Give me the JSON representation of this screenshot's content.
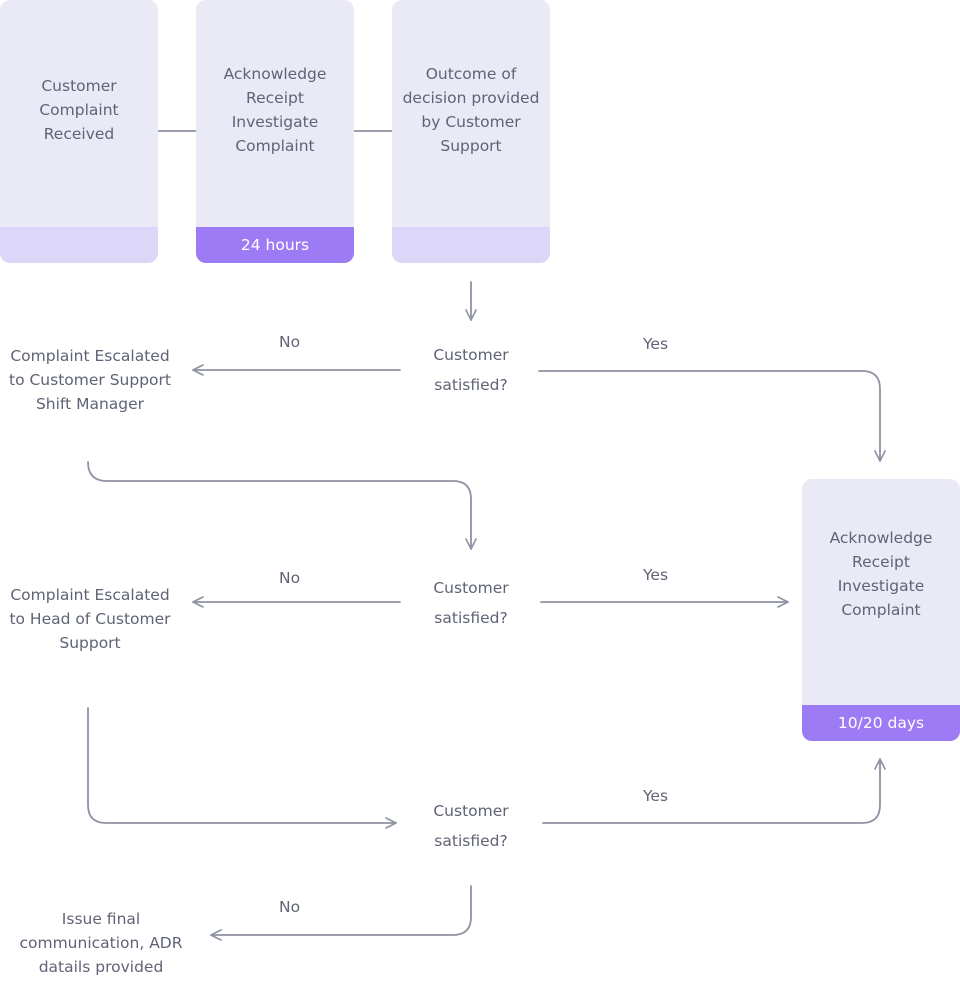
{
  "cards": {
    "received": {
      "text": "Customer\nComplaint\nReceived",
      "footer": ""
    },
    "acknowledge_first": {
      "text": "Acknowledge\nReceipt\nInvestigate\nComplaint",
      "footer": "24 hours"
    },
    "outcome": {
      "text": "Outcome of\ndecision provided\nby Customer\nSupport",
      "footer": ""
    },
    "acknowledge_final": {
      "text": "Acknowledge\nReceipt\nInvestigate\nComplaint",
      "footer": "10/20 days"
    }
  },
  "decisions": {
    "first": "Customer\nsatisfied?",
    "second": "Customer\nsatisfied?",
    "third": "Customer\nsatisfied?"
  },
  "outcomes": {
    "escalated_shift_manager": "Complaint Escalated\nto Customer Support\nShift Manager",
    "escalated_head": "Complaint Escalated\nto Head of Customer\nSupport",
    "final_communication": "Issue final\ncommunication, ADR\ndatails provided"
  },
  "edge_labels": {
    "first_no": "No",
    "first_yes": "Yes",
    "second_no": "No",
    "second_yes": "Yes",
    "third_yes": "Yes",
    "third_no": "No"
  },
  "colors": {
    "card_bg": "#e9eaf6",
    "footer_light": "#dcd6f9",
    "footer_filled": "#9d7bf4",
    "line": "#8e92a3",
    "text": "#5f6375"
  }
}
